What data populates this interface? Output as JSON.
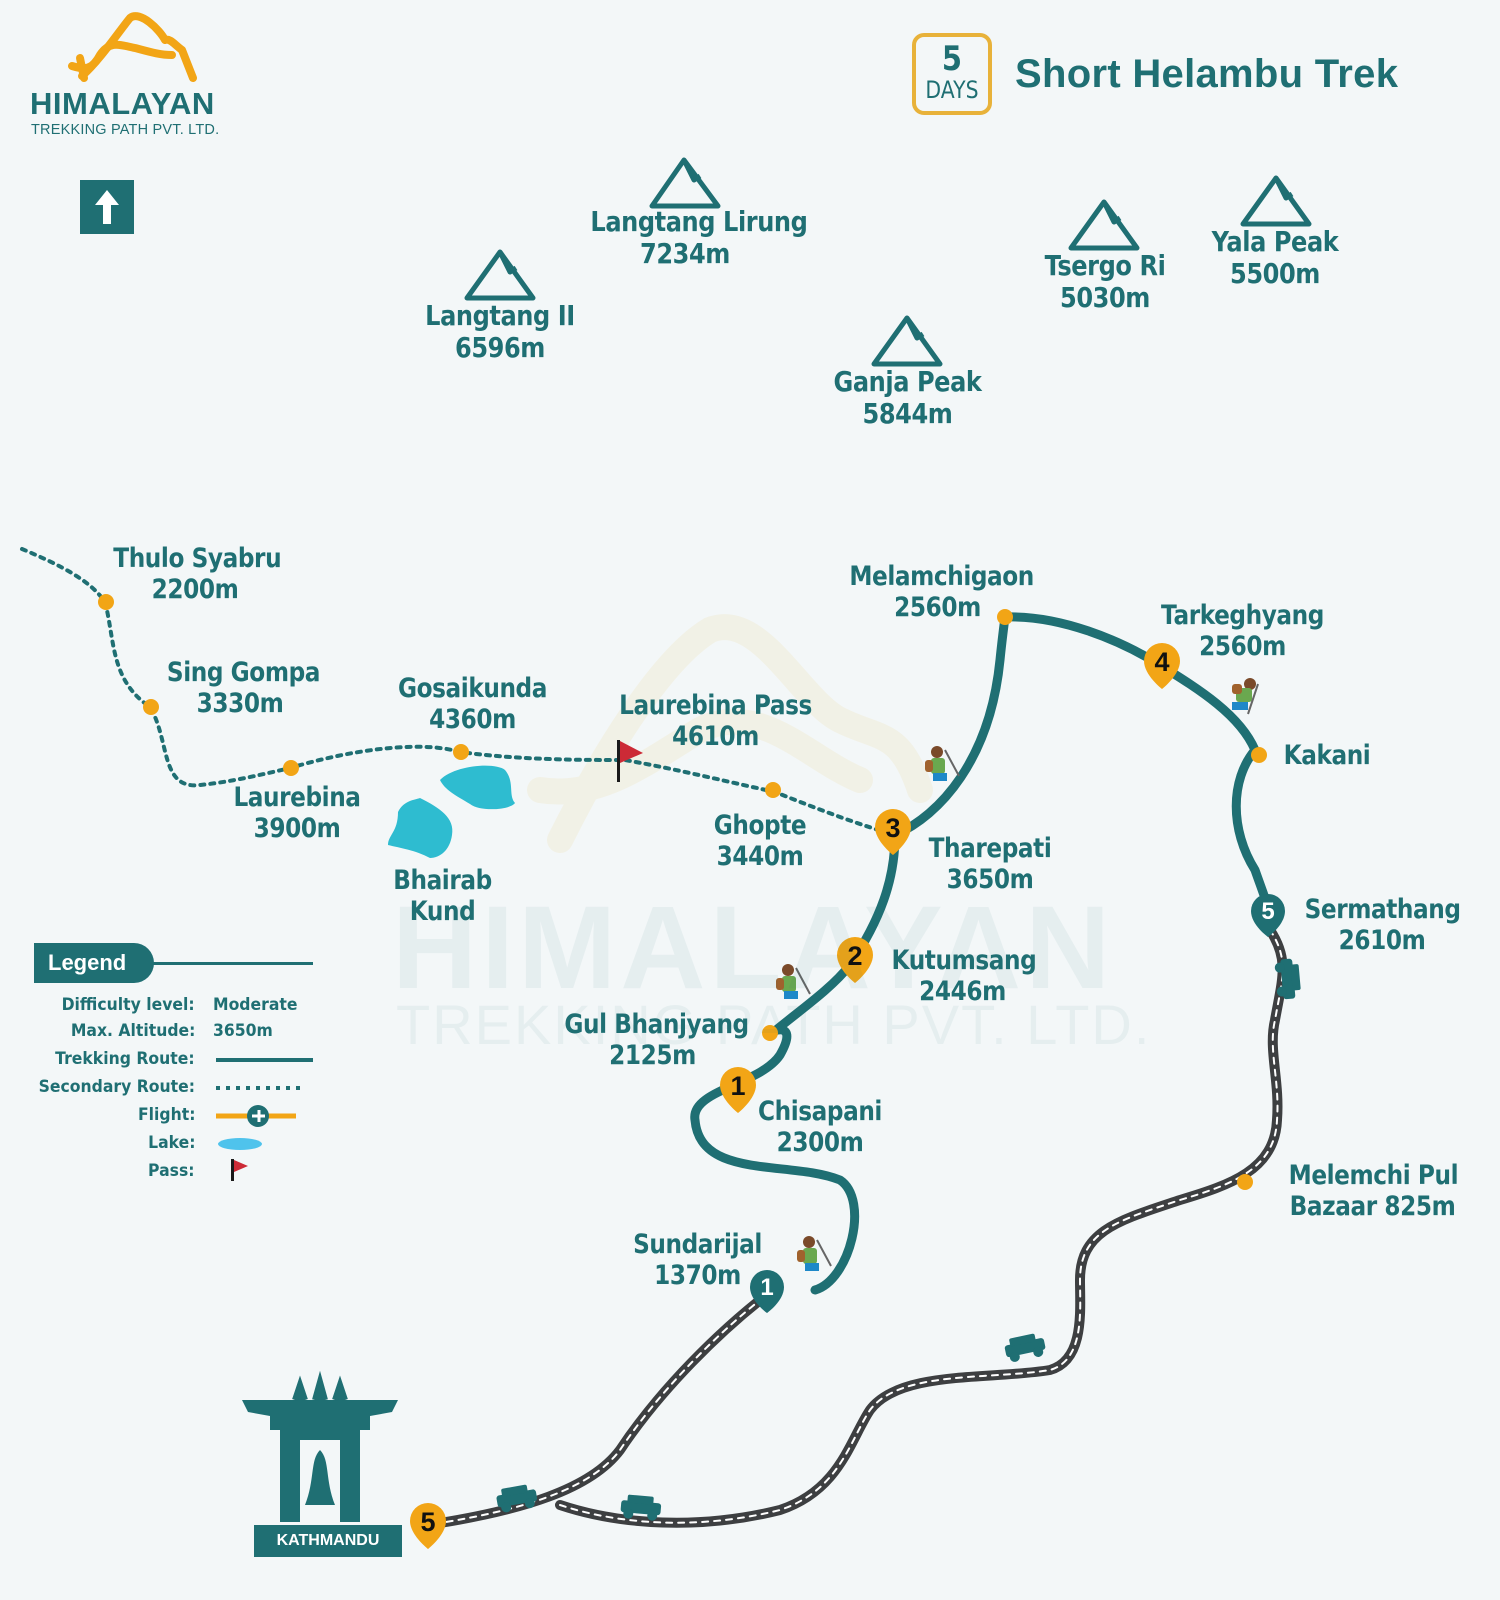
{
  "brand": {
    "name": "HIMALAYAN",
    "tagline": "TREKKING PATH PVT. LTD.",
    "watermark_name": "HIMALAYAN",
    "watermark_tagline": "TREKKING PATH PVT. LTD."
  },
  "header": {
    "days_number": "5",
    "days_label": "DAYS",
    "title": "Short Helambu Trek"
  },
  "colors": {
    "primary_teal": "#1f6f73",
    "accent_orange": "#f2a516",
    "lake_blue": "#2ebcd0",
    "road_gray": "#3d3f41",
    "pass_flag_red": "#cc2a36",
    "background": "#f3f7f8"
  },
  "north_arrow": {
    "icon": "north-arrow-icon"
  },
  "peaks": [
    {
      "name": "Langtang Lirung",
      "altitude": "7234m"
    },
    {
      "name": "Langtang II",
      "altitude": "6596m"
    },
    {
      "name": "Ganja Peak",
      "altitude": "5844m"
    },
    {
      "name": "Tsergo Ri",
      "altitude": "5030m"
    },
    {
      "name": "Yala Peak",
      "altitude": "5500m"
    }
  ],
  "places": [
    {
      "name": "Thulo Syabru",
      "altitude": "2200m"
    },
    {
      "name": "Sing Gompa",
      "altitude": "3330m"
    },
    {
      "name": "Laurebina",
      "altitude": "3900m"
    },
    {
      "name": "Gosaikunda",
      "altitude": "4360m"
    },
    {
      "name": "Laurebina Pass",
      "altitude": "4610m"
    },
    {
      "name": "Ghopte",
      "altitude": "3440m"
    },
    {
      "name": "Bhairab",
      "altitude": "Kund"
    },
    {
      "name": "Tharepati",
      "altitude": "3650m"
    },
    {
      "name": "Melamchigaon",
      "altitude": "2560m"
    },
    {
      "name": "Tarkeghyang",
      "altitude": "2560m"
    },
    {
      "name": "Kakani",
      "altitude": ""
    },
    {
      "name": "Sermathang",
      "altitude": "2610m"
    },
    {
      "name": "Kutumsang",
      "altitude": "2446m"
    },
    {
      "name": "Gul Bhanjyang",
      "altitude": "2125m"
    },
    {
      "name": "Chisapani",
      "altitude": "2300m"
    },
    {
      "name": "Sundarijal",
      "altitude": "1370m"
    },
    {
      "name": "Melemchi Pul",
      "altitude": "Bazaar 825m"
    }
  ],
  "day_markers": [
    {
      "day": "1",
      "place": "Chisapani",
      "style": "orange"
    },
    {
      "day": "2",
      "place": "Kutumsang",
      "style": "orange"
    },
    {
      "day": "3",
      "place": "Tharepati",
      "style": "orange"
    },
    {
      "day": "4",
      "place": "Tarkeghyang",
      "style": "orange"
    },
    {
      "day": "5",
      "place": "Sermathang",
      "style": "teal"
    },
    {
      "day": "1",
      "place": "Sundarijal",
      "style": "teal"
    },
    {
      "day": "5",
      "place": "Kathmandu",
      "style": "orange"
    }
  ],
  "city": {
    "name": "KATHMANDU",
    "icon": "temple-gate-icon"
  },
  "legend": {
    "title": "Legend",
    "rows": [
      {
        "key": "Difficulty level:",
        "value": "Moderate"
      },
      {
        "key": "Max. Altitude:",
        "value": "3650m"
      },
      {
        "key": "Trekking Route:",
        "symbol": "solid-teal-line"
      },
      {
        "key": "Secondary Route:",
        "symbol": "dotted-teal-line"
      },
      {
        "key": "Flight:",
        "symbol": "orange-line-with-plane"
      },
      {
        "key": "Lake:",
        "symbol": "blue-ellipse"
      },
      {
        "key": "Pass:",
        "symbol": "red-flag"
      }
    ]
  }
}
